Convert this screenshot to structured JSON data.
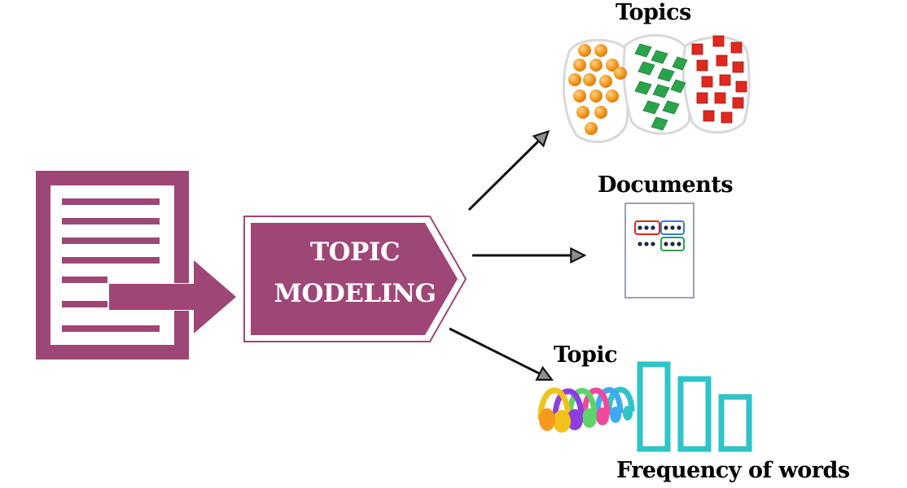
{
  "center_label": {
    "line1": "TOPIC",
    "line2": "MODELING"
  },
  "outputs": {
    "topics_title": "Topics",
    "documents_title": "Documents",
    "topic_title": "Topic",
    "frequency_title": "Frequency of words"
  },
  "colors": {
    "primary": "#9e4676",
    "teal": "#2ec4c8",
    "orange": "#f39a1f",
    "green": "#2aa44a",
    "red": "#e0281f",
    "arrow": "#111111"
  },
  "icons": {
    "document": "document-icon",
    "topics": "topic-clusters-icon",
    "documents": "document-page-icon",
    "topic": "headphones-icon",
    "frequency": "bar-chart-icon"
  }
}
